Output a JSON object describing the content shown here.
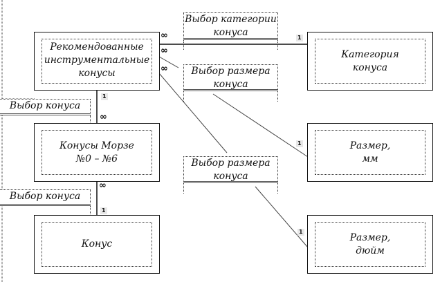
{
  "entities": {
    "recommended": "Рекомендованные\nинструментальные\nконусы",
    "category": "Категория\nконуса",
    "morse": "Конусы Морзе\n№0 – №6",
    "size_mm": "Размер,\nмм",
    "cone": "Конус",
    "size_inch": "Размер,\nдюйм"
  },
  "relationships": {
    "choose_category": "Выбор категории\nконуса",
    "choose_size_1": "Выбор размера\nконуса",
    "choose_size_2": "Выбор размера\nконуса",
    "choose_cone_1": "Выбор конуса",
    "choose_cone_2": "Выбор конуса"
  },
  "cardinality": {
    "many": "∞",
    "one": "1"
  }
}
